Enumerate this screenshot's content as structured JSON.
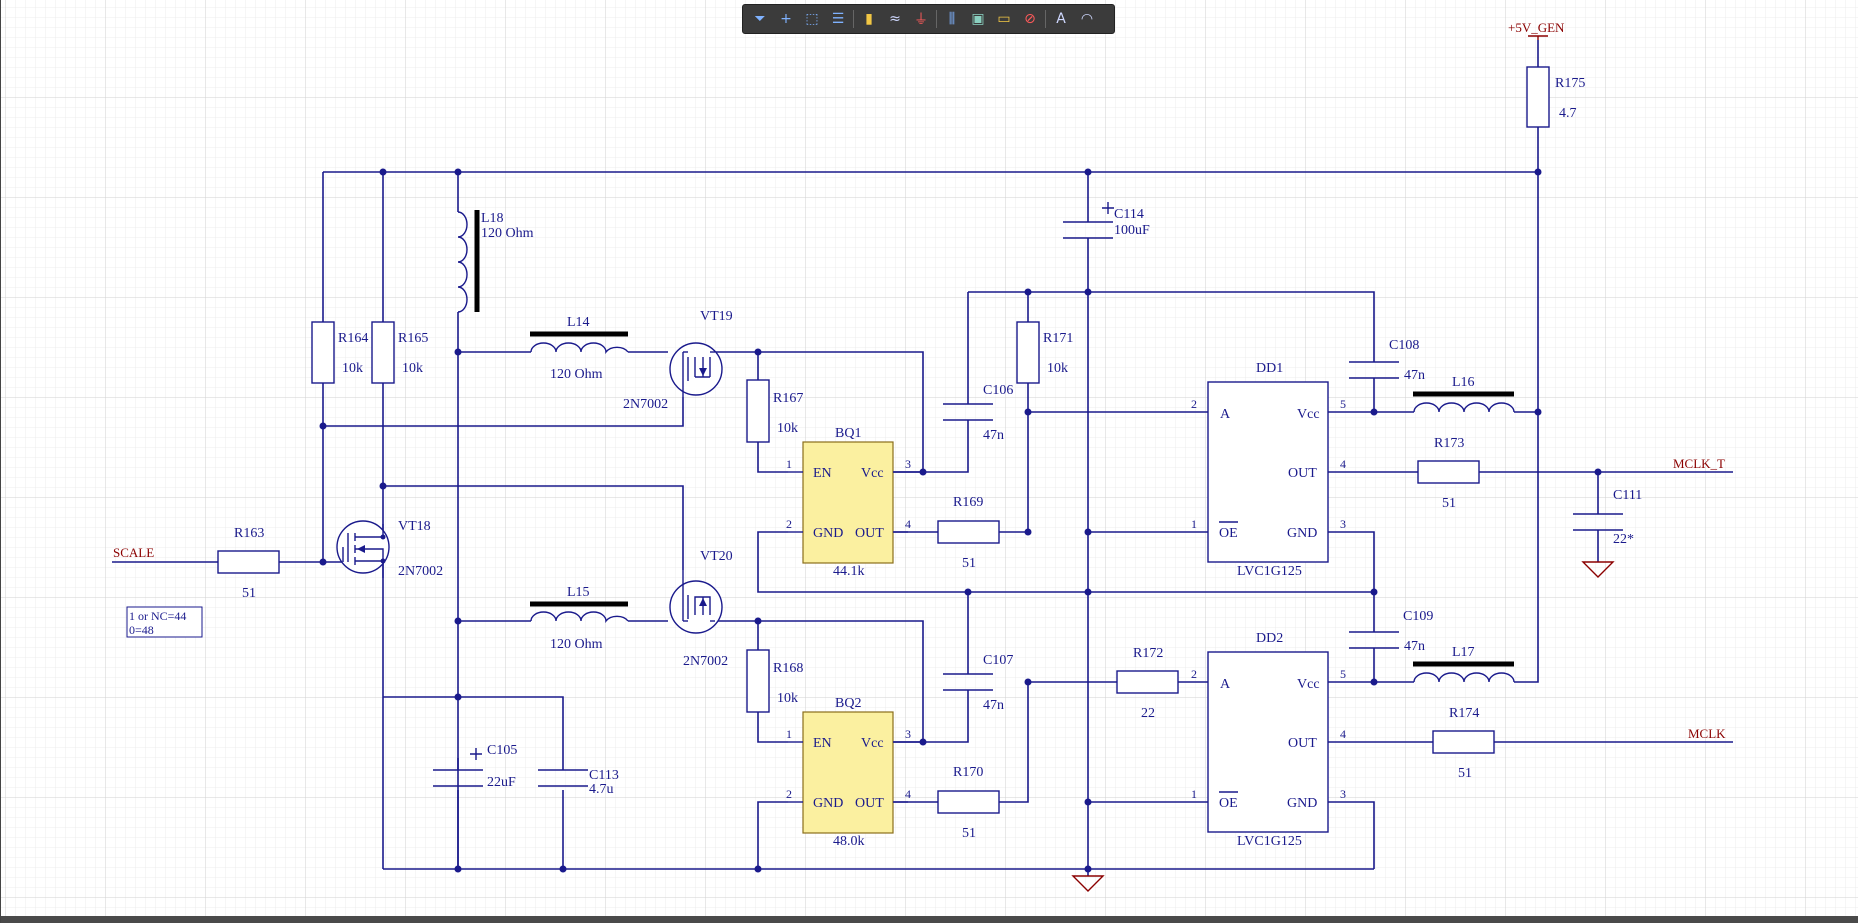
{
  "toolbar": {
    "tools": [
      {
        "icon": "filter-icon",
        "glyph": "⏷"
      },
      {
        "icon": "add-icon",
        "glyph": "+"
      },
      {
        "icon": "select-rect-icon",
        "glyph": "⬚"
      },
      {
        "icon": "align-icon",
        "glyph": "☰"
      },
      {
        "icon": "component-icon",
        "glyph": "▮"
      },
      {
        "icon": "bus-icon",
        "glyph": "≈"
      },
      {
        "icon": "ground-icon",
        "glyph": "⏚"
      },
      {
        "icon": "harness-icon",
        "glyph": "⫼"
      },
      {
        "icon": "sheet-symbol-icon",
        "glyph": "▣"
      },
      {
        "icon": "port-icon",
        "glyph": "▭"
      },
      {
        "icon": "no-erc-icon",
        "glyph": "⊘"
      },
      {
        "icon": "text-icon",
        "glyph": "A"
      },
      {
        "icon": "arc-icon",
        "glyph": "◠"
      }
    ]
  },
  "nets": {
    "scale": "SCALE",
    "mclk_t": "MCLK_T",
    "mclk": "MCLK",
    "vgen": "+5V_GEN"
  },
  "note": {
    "line1": "1 or NC=44",
    "line2": "0=48"
  },
  "components": {
    "r163": {
      "ref": "R163",
      "val": "51"
    },
    "r164": {
      "ref": "R164",
      "val": "10k"
    },
    "r165": {
      "ref": "R165",
      "val": "10k"
    },
    "r167": {
      "ref": "R167",
      "val": "10k"
    },
    "r168": {
      "ref": "R168",
      "val": "10k"
    },
    "r169": {
      "ref": "R169",
      "val": "51"
    },
    "r170": {
      "ref": "R170",
      "val": "51"
    },
    "r171": {
      "ref": "R171",
      "val": "10k"
    },
    "r172": {
      "ref": "R172",
      "val": "22"
    },
    "r173": {
      "ref": "R173",
      "val": "51"
    },
    "r174": {
      "ref": "R174",
      "val": "51"
    },
    "r175": {
      "ref": "R175",
      "val": "4.7"
    },
    "l14": {
      "ref": "L14",
      "val": "120 Ohm"
    },
    "l15": {
      "ref": "L15",
      "val": "120 Ohm"
    },
    "l16": {
      "ref": "L16"
    },
    "l17": {
      "ref": "L17"
    },
    "l18": {
      "ref": "L18",
      "val": "120 Ohm"
    },
    "c105": {
      "ref": "C105",
      "val": "22uF"
    },
    "c106": {
      "ref": "C106",
      "val": "47n"
    },
    "c107": {
      "ref": "C107",
      "val": "47n"
    },
    "c108": {
      "ref": "C108",
      "val": "47n"
    },
    "c109": {
      "ref": "C109",
      "val": "47n"
    },
    "c111": {
      "ref": "C111",
      "val": "22*"
    },
    "c113": {
      "ref": "C113",
      "val": "4.7u"
    },
    "c114": {
      "ref": "C114",
      "val": "100uF"
    },
    "vt18": {
      "ref": "VT18",
      "val": "2N7002"
    },
    "vt19": {
      "ref": "VT19",
      "val": "2N7002"
    },
    "vt20": {
      "ref": "VT20",
      "val": "2N7002"
    },
    "bq1": {
      "ref": "BQ1",
      "val": "44.1k",
      "en": "EN",
      "vcc": "Vcc",
      "gnd": "GND",
      "out": "OUT",
      "p1": "1",
      "p2": "2",
      "p3": "3",
      "p4": "4"
    },
    "bq2": {
      "ref": "BQ2",
      "val": "48.0k",
      "en": "EN",
      "vcc": "Vcc",
      "gnd": "GND",
      "out": "OUT",
      "p1": "1",
      "p2": "2",
      "p3": "3",
      "p4": "4"
    },
    "dd1": {
      "ref": "DD1",
      "val": "LVC1G125",
      "a": "A",
      "vcc": "Vcc",
      "out": "OUT",
      "oe": "OE",
      "gnd": "GND",
      "p1": "1",
      "p2": "2",
      "p3": "3",
      "p4": "4",
      "p5": "5"
    },
    "dd2": {
      "ref": "DD2",
      "val": "LVC1G125",
      "a": "A",
      "vcc": "Vcc",
      "out": "OUT",
      "oe": "OE",
      "gnd": "GND",
      "p1": "1",
      "p2": "2",
      "p3": "3",
      "p4": "4",
      "p5": "5"
    }
  }
}
